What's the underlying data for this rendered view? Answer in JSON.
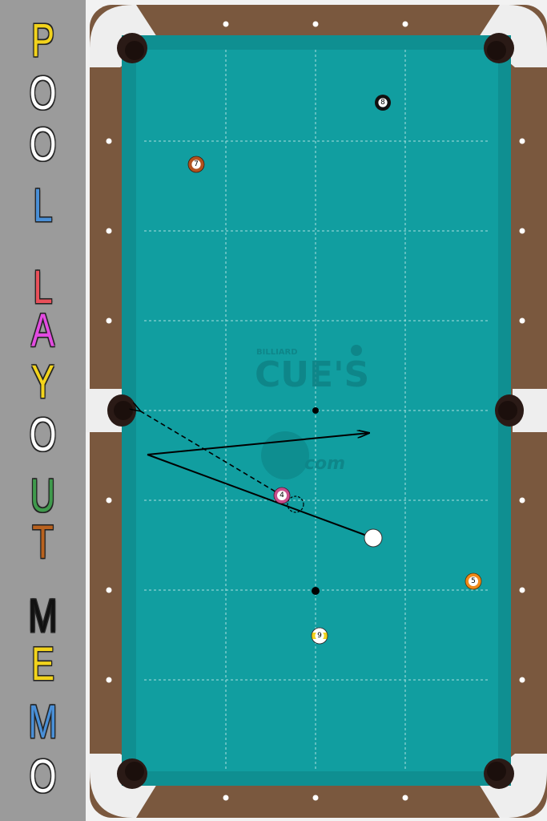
{
  "title": {
    "letters": [
      {
        "char": "P",
        "color": "#f2d31c"
      },
      {
        "char": "O",
        "color": "#ffffff"
      },
      {
        "char": "O",
        "color": "#ffffff"
      },
      {
        "char": "L",
        "color": "#4a8fd6"
      },
      {
        "char": "L",
        "color": "#e9505a"
      },
      {
        "char": "A",
        "color": "#e24be0"
      },
      {
        "char": "Y",
        "color": "#f2d31c"
      },
      {
        "char": "O",
        "color": "#ffffff"
      },
      {
        "char": "U",
        "color": "#3f9a4c"
      },
      {
        "char": "T",
        "color": "#b9621e"
      },
      {
        "char": "M",
        "color": "#111111"
      },
      {
        "char": "E",
        "color": "#f2d31c"
      },
      {
        "char": "M",
        "color": "#4a8fd6"
      },
      {
        "char": "O",
        "color": "#ffffff"
      }
    ]
  },
  "watermark": {
    "small": "BILLIARD",
    "big": "CUE'S",
    "dotcom": "com"
  },
  "balls": [
    {
      "number": "8",
      "kind": "solid",
      "color": "#111111"
    },
    {
      "number": "7",
      "kind": "solid",
      "color": "#b2521f"
    },
    {
      "number": "4",
      "kind": "solid",
      "color": "#c94f8c"
    },
    {
      "number": "5",
      "kind": "solid",
      "color": "#f08a1a"
    },
    {
      "number": "9",
      "kind": "stripe",
      "color": "#f2d31c"
    },
    {
      "number": "",
      "kind": "cue",
      "color": "#ffffff"
    }
  ],
  "colors": {
    "felt": "#119ea0",
    "rail": "#7a583e",
    "corner": "#f0f0f0",
    "grid": "#c8ecec"
  }
}
